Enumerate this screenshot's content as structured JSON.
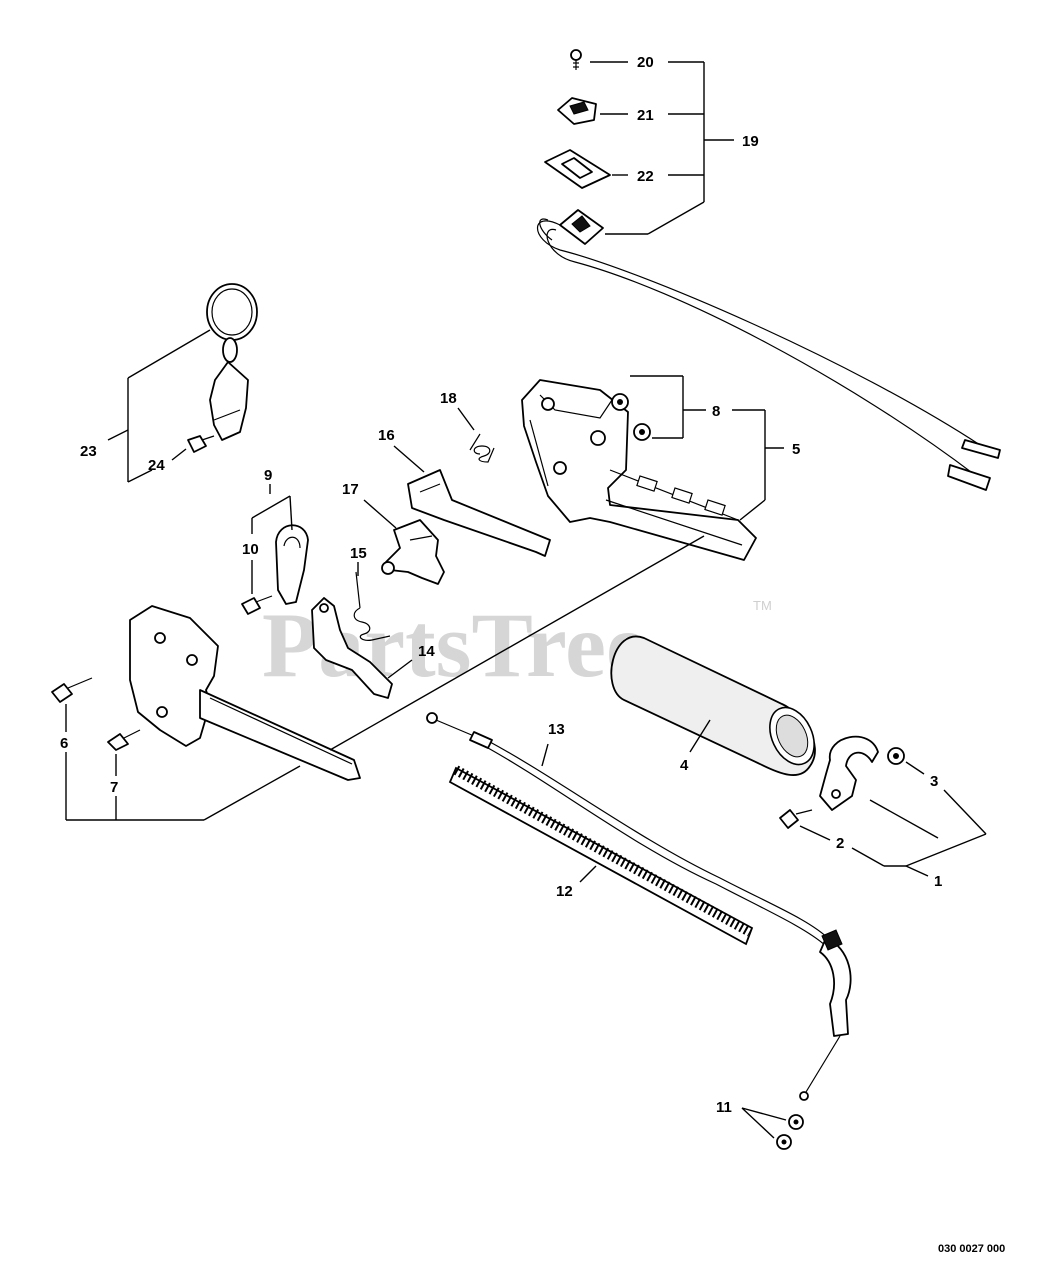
{
  "watermark": {
    "brand": "PartsTree",
    "trademark": "TM"
  },
  "diagram_code": "030 0027 000",
  "callouts": {
    "c1": "1",
    "c2": "2",
    "c3": "3",
    "c4": "4",
    "c5": "5",
    "c6": "6",
    "c7": "7",
    "c8": "8",
    "c9": "9",
    "c10": "10",
    "c11": "11",
    "c12": "12",
    "c13": "13",
    "c14": "14",
    "c15": "15",
    "c16": "16",
    "c17": "17",
    "c18": "18",
    "c19": "19",
    "c20": "20",
    "c21": "21",
    "c22": "22",
    "c23": "23",
    "c24": "24"
  }
}
